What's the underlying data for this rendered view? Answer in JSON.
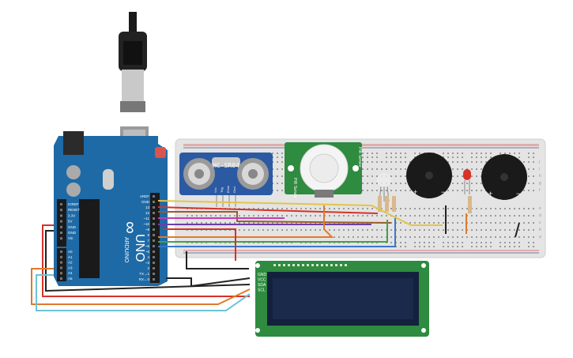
{
  "arduino": {
    "logo_text": "∞",
    "model": "UNO",
    "brand": "ARDUINO",
    "pin_labels_digital": [
      "AREF",
      "GND",
      "13",
      "12",
      "~11",
      "~10",
      "~9",
      "8",
      "7",
      "~6",
      "~5",
      "4",
      "~3",
      "2",
      "TX→1",
      "RX←0"
    ],
    "pin_labels_power": [
      "IOREF",
      "RESET",
      "3.3V",
      "5V",
      "GND",
      "GND",
      "Vin"
    ],
    "pin_labels_analog": [
      "A0",
      "A1",
      "A2",
      "A3",
      "A4",
      "A5"
    ]
  },
  "ultrasonic": {
    "model": "HC-SR04",
    "pins": [
      "Vcc",
      "Trig",
      "Echo",
      "Gnd"
    ]
  },
  "pir": {
    "left_label": "PIR Sensor",
    "right_label": "PIR Sensor"
  },
  "lcd": {
    "pins": [
      "GND",
      "VCC",
      "SDA",
      "SCL"
    ]
  },
  "breadboard": {
    "row_letters": [
      "j",
      "i",
      "h",
      "g",
      "f",
      "e",
      "d",
      "c",
      "b",
      "a"
    ]
  },
  "colors": {
    "board_blue": "#1f6aa5",
    "breadboard": "#e6e6e6",
    "pir_green": "#2e8b3f",
    "lcd_green": "#2e8b3f",
    "lcd_screen": "#1b2a4a",
    "ultrasonic_blue": "#2d5aa0"
  }
}
